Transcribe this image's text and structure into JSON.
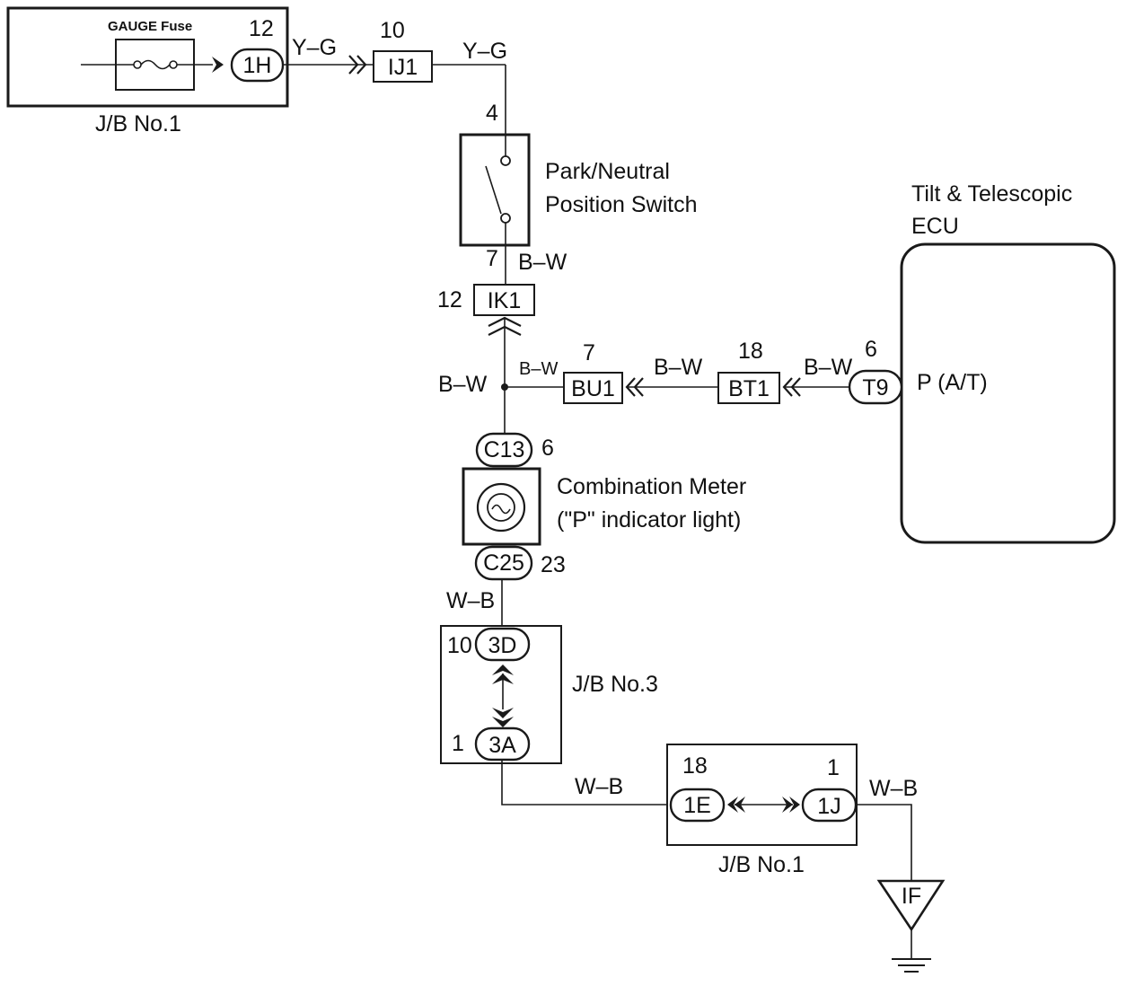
{
  "jb1_top": {
    "name": "J/B No.1",
    "fuse_label": "GAUGE Fuse",
    "pin": "12",
    "connector": "1H"
  },
  "wire_yg_1": "Y–G",
  "ij1": {
    "pin": "10",
    "connector": "IJ1"
  },
  "wire_yg_2": "Y–G",
  "pn_switch": {
    "name_line1": "Park/Neutral",
    "name_line2": "Position Switch",
    "pin_top": "4",
    "pin_bottom": "7"
  },
  "wire_bw_1": "B–W",
  "ik1": {
    "pin": "12",
    "connector": "IK1"
  },
  "wire_bw_junction": "B–W",
  "wire_bw_to_bu1": "B–W",
  "bu1": {
    "pin": "7",
    "connector": "BU1"
  },
  "wire_bw_to_bt1": "B–W",
  "bt1": {
    "pin": "18",
    "connector": "BT1"
  },
  "wire_bw_to_t9": "B–W",
  "ecu": {
    "name_line1": "Tilt & Telescopic",
    "name_line2": "ECU",
    "pin": "6",
    "connector": "T9",
    "terminal": "P (A/T)"
  },
  "combination_meter": {
    "name_line1": "Combination Meter",
    "name_line2": "(\"P\" indicator light)",
    "top_connector": "C13",
    "top_pin": "6",
    "bottom_connector": "C25",
    "bottom_pin": "23"
  },
  "wire_wb_1": "W–B",
  "jb3": {
    "name": "J/B No.3",
    "top_pin": "10",
    "top_connector": "3D",
    "bottom_pin": "1",
    "bottom_connector": "3A"
  },
  "wire_wb_2": "W–B",
  "jb1_bottom": {
    "name": "J/B No.1",
    "left_pin": "18",
    "left_connector": "1E",
    "right_pin": "1",
    "right_connector": "1J"
  },
  "wire_wb_3": "W–B",
  "ground": {
    "connector": "IF"
  }
}
